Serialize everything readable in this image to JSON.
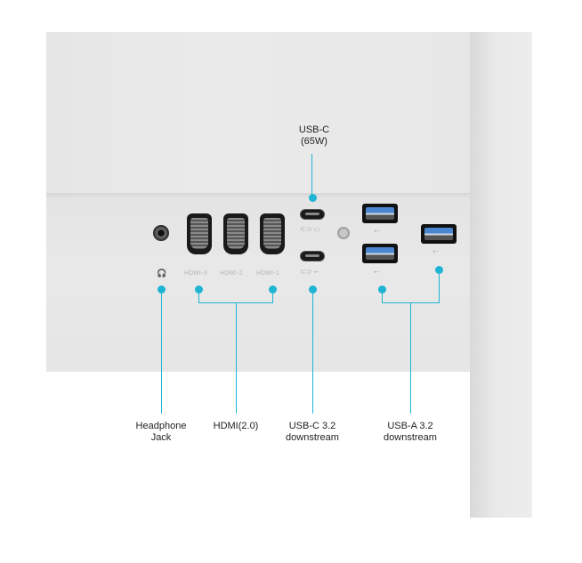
{
  "title_label": {
    "line1": "USB-C",
    "line2": "(65W)"
  },
  "port_markings": {
    "headphone_symbol": "🎧",
    "hdmi": [
      "HDMI-3",
      "HDMI-2",
      "HDMI-1"
    ],
    "usb_symbol": "⭠",
    "laptop_symbol": "💻"
  },
  "callouts": [
    {
      "id": "headphone",
      "line1": "Headphone",
      "line2": "Jack"
    },
    {
      "id": "hdmi",
      "line1": "HDMI(2.0)",
      "line2": ""
    },
    {
      "id": "usbc",
      "line1": "USB-C 3.2",
      "line2": "downstream"
    },
    {
      "id": "usba",
      "line1": "USB-A 3.2",
      "line2": "downstream"
    }
  ],
  "colors": {
    "accent": "#1fb4d4",
    "usb_blue": "#4a86cf",
    "panel": "#e8e8e8"
  }
}
